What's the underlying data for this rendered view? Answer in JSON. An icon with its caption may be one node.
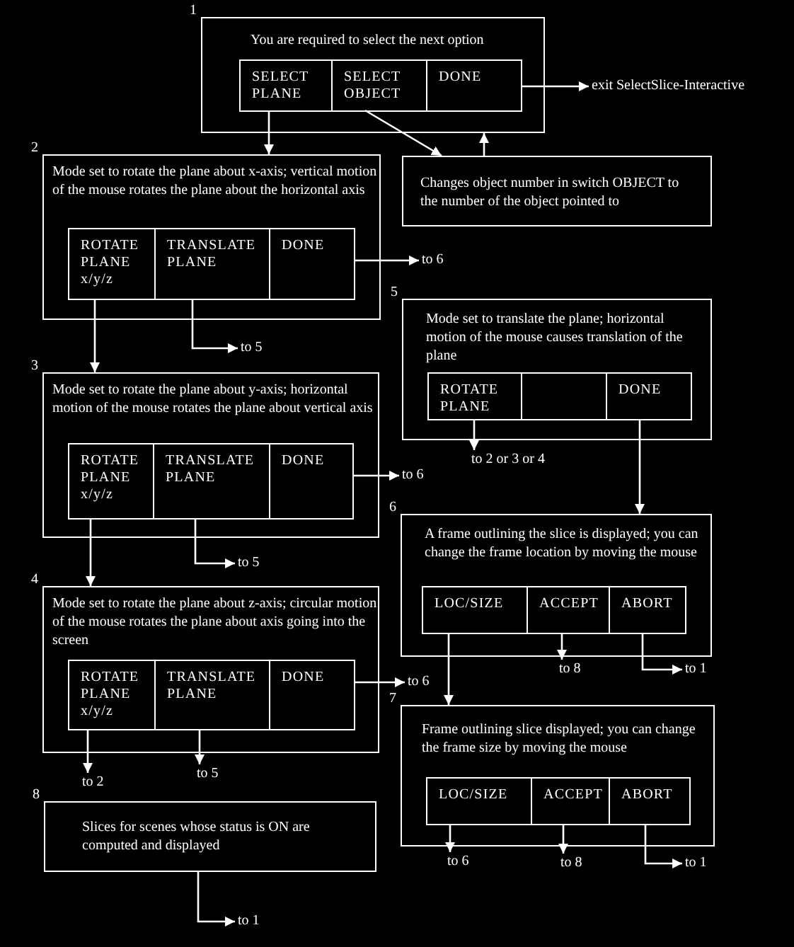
{
  "diagram": {
    "nodes": [
      {
        "text": [
          "You are required to select the next option"
        ],
        "beside": [
          "1"
        ]
      },
      {
        "text": [
          "SELECT PLANE"
        ],
        "in": 0
      },
      {
        "text": [
          "SELECT OBJECT"
        ],
        "in": 0
      },
      {
        "text": [
          "DONE"
        ],
        "in": 0
      },
      {
        "text": [
          "exit SelectSlice-Interactive"
        ]
      },
      {
        "text": [
          "Changes object number in switch OBJECT to the number of the object pointed to"
        ]
      },
      {
        "text": [
          "Mode set to rotate the plane about x-axis; vertical motion of the mouse rotates the plane about the horizontal axis"
        ],
        "beside": [
          "2"
        ]
      },
      {
        "text": [
          "ROTATE PLANE x/y/z"
        ],
        "in": 6
      },
      {
        "text": [
          "TRANSLATE PLANE"
        ],
        "in": 6
      },
      {
        "text": [
          "DONE"
        ],
        "in": 6
      },
      {
        "text": [
          "to 6"
        ]
      },
      {
        "text": [
          "to 5"
        ]
      },
      {
        "text": [
          "Mode set to rotate the plane about y-axis; horizontal motion of the mouse rotates the plane about vertical axis"
        ],
        "beside": [
          "3"
        ]
      },
      {
        "text": [
          "ROTATE PLANE x/y/z"
        ],
        "in": 12
      },
      {
        "text": [
          "TRANSLATE PLANE"
        ],
        "in": 12
      },
      {
        "text": [
          "DONE"
        ],
        "in": 12
      },
      {
        "text": [
          "to 6"
        ]
      },
      {
        "text": [
          "to 5"
        ]
      },
      {
        "text": [
          "Mode set to rotate the plane about z-axis; circular motion of the mouse rotates the plane about axis going into the screen"
        ],
        "beside": [
          "4"
        ]
      },
      {
        "text": [
          "ROTATE PLANE x/y/z"
        ],
        "in": 18
      },
      {
        "text": [
          "TRANSLATE PLANE"
        ],
        "in": 18
      },
      {
        "text": [
          "DONE"
        ],
        "in": 18
      },
      {
        "text": [
          "to 6"
        ]
      },
      {
        "text": [
          "to 2"
        ]
      },
      {
        "text": [
          "to 5"
        ]
      },
      {
        "text": [
          "Mode set to translate the plane; horizontal motion of the mouse causes translation of the plane"
        ],
        "beside": [
          "5"
        ]
      },
      {
        "text": [
          "ROTATE PLANE"
        ],
        "in": 25
      },
      {
        "text": [],
        "shape": "box",
        "in": 25
      },
      {
        "text": [
          "DONE"
        ],
        "in": 25
      },
      {
        "text": [
          "to 2 or 3 or 4"
        ]
      },
      {
        "text": [
          "A frame outlining the slice is displayed; you can change the frame location by moving the mouse"
        ],
        "beside": [
          "6"
        ]
      },
      {
        "text": [
          "LOC/SIZE"
        ],
        "in": 30
      },
      {
        "text": [
          "ACCEPT"
        ],
        "in": 30
      },
      {
        "text": [
          "ABORT"
        ],
        "in": 30
      },
      {
        "text": [
          "to 8"
        ]
      },
      {
        "text": [
          "to 1"
        ]
      },
      {
        "text": [
          "Frame outlining slice displayed; you can change the frame size by moving the mouse"
        ],
        "beside": [
          "7"
        ]
      },
      {
        "text": [
          "LOC/SIZE"
        ],
        "in": 36
      },
      {
        "text": [
          "ACCEPT"
        ],
        "in": 36
      },
      {
        "text": [
          "ABORT"
        ],
        "in": 36
      },
      {
        "text": [
          "to 6"
        ]
      },
      {
        "text": [
          "to 8"
        ]
      },
      {
        "text": [
          "to 1"
        ]
      },
      {
        "text": [
          "Slices for scenes whose status is ON are computed and displayed"
        ],
        "beside": [
          "8"
        ]
      },
      {
        "text": [
          "to 1"
        ]
      }
    ],
    "edges": [
      {
        "from": 3,
        "to": 4,
        "arrow": "to"
      },
      {
        "from": 1,
        "to": 6,
        "arrow": "to"
      },
      {
        "from": 2,
        "to": 5,
        "arrow": "to"
      },
      {
        "from": 5,
        "to": 0,
        "arrow": "to"
      },
      {
        "from": 9,
        "to": 10,
        "arrow": "to"
      },
      {
        "from": 8,
        "to": 11,
        "arrow": "to"
      },
      {
        "from": 7,
        "to": 12,
        "arrow": "to"
      },
      {
        "from": 15,
        "to": 16,
        "arrow": "to"
      },
      {
        "from": 14,
        "to": 17,
        "arrow": "to"
      },
      {
        "from": 13,
        "to": 18,
        "arrow": "to"
      },
      {
        "from": 21,
        "to": 22,
        "arrow": "to"
      },
      {
        "from": 19,
        "to": 23,
        "arrow": "to"
      },
      {
        "from": 20,
        "to": 24,
        "arrow": "to"
      },
      {
        "from": 26,
        "to": 29,
        "arrow": "to"
      },
      {
        "from": 28,
        "to": 30,
        "arrow": "to"
      },
      {
        "from": 31,
        "to": 36,
        "arrow": "to"
      },
      {
        "from": 32,
        "to": 34,
        "arrow": "to"
      },
      {
        "from": 33,
        "to": 35,
        "arrow": "to"
      },
      {
        "from": 37,
        "to": 40,
        "arrow": "to"
      },
      {
        "from": 38,
        "to": 41,
        "arrow": "to"
      },
      {
        "from": 39,
        "to": 42,
        "arrow": "to"
      },
      {
        "from": 43,
        "to": 44,
        "arrow": "to"
      }
    ]
  }
}
